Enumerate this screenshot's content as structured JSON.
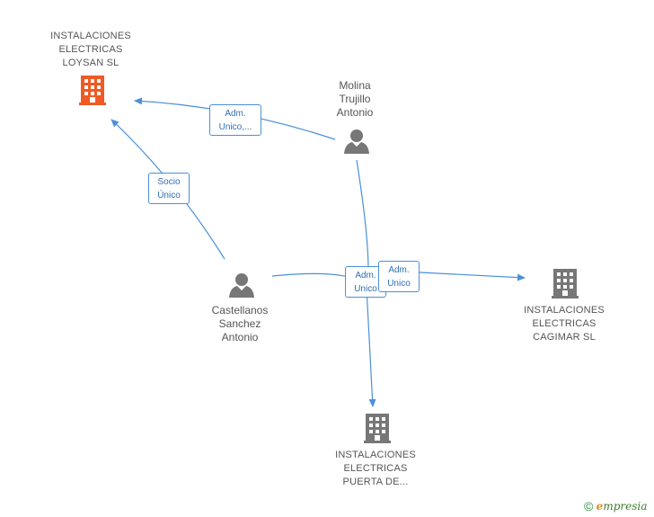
{
  "nodes": {
    "loysan": {
      "label": "INSTALACIONES\nELECTRICAS\nLOYSAN SL",
      "color": "#f05a24",
      "type": "company"
    },
    "molina": {
      "label": "Molina\nTrujillo\nAntonio",
      "color": "#777777",
      "type": "person"
    },
    "castellanos": {
      "label": "Castellanos\nSanchez\nAntonio",
      "color": "#777777",
      "type": "person"
    },
    "cagimar": {
      "label": "INSTALACIONES\nELECTRICAS\nCAGIMAR SL",
      "color": "#777777",
      "type": "company"
    },
    "puerta": {
      "label": "INSTALACIONES\nELECTRICAS\nPUERTA DE...",
      "color": "#777777",
      "type": "company"
    }
  },
  "edges": {
    "molina_loysan": "Adm.\nUnico,...",
    "castellanos_loysan": "Socio\nÚnico",
    "castellanos_puerta": "Adm.\nUnico",
    "molina_cagimar": "Adm.\nUnico"
  },
  "colors": {
    "edge": "#4a90d9",
    "label_border": "#4a90d9",
    "label_text": "#2f6fb5"
  },
  "footer": {
    "copyright": "©",
    "brand_initial": "e",
    "brand_rest": "mpresia"
  }
}
